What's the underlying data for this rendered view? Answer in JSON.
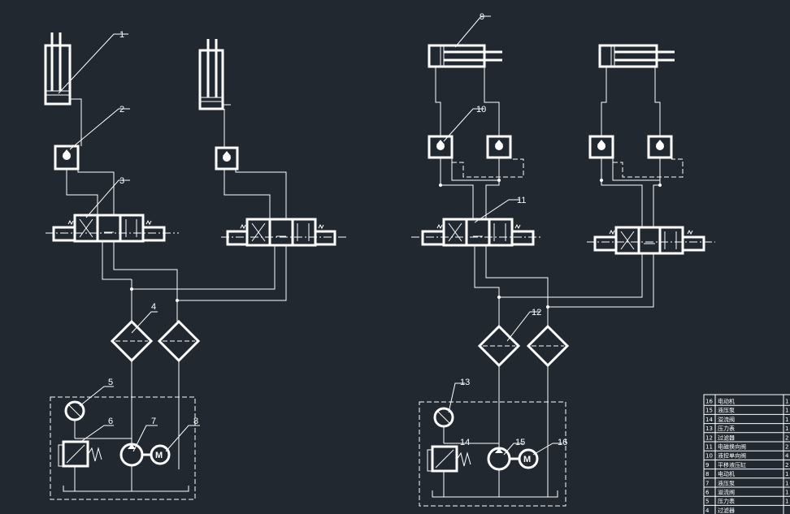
{
  "labels": {
    "l1": "1",
    "l2": "2",
    "l3": "3",
    "l4": "4",
    "l5": "5",
    "l6": "6",
    "l7": "7",
    "l8": "8",
    "l9": "9",
    "l10": "10",
    "l11": "11",
    "l12": "12",
    "l13": "13",
    "l14": "14",
    "l15": "15",
    "l16": "16"
  },
  "parts_table": {
    "rows": [
      {
        "no": "16",
        "name": "电动机",
        "qty": "1"
      },
      {
        "no": "15",
        "name": "液压泵",
        "qty": "1"
      },
      {
        "no": "14",
        "name": "溢流阀",
        "qty": "1"
      },
      {
        "no": "13",
        "name": "压力表",
        "qty": "1"
      },
      {
        "no": "12",
        "name": "过滤器",
        "qty": "2"
      },
      {
        "no": "11",
        "name": "电磁换向阀",
        "qty": "2"
      },
      {
        "no": "10",
        "name": "液控单向阀",
        "qty": "4"
      },
      {
        "no": "9",
        "name": "平移液压缸",
        "qty": "2"
      },
      {
        "no": "8",
        "name": "电动机",
        "qty": "1"
      },
      {
        "no": "7",
        "name": "液压泵",
        "qty": "1"
      },
      {
        "no": "6",
        "name": "溢流阀",
        "qty": "1"
      },
      {
        "no": "5",
        "name": "压力表",
        "qty": "1"
      },
      {
        "no": "4",
        "name": "过滤器",
        "qty": ""
      }
    ]
  }
}
